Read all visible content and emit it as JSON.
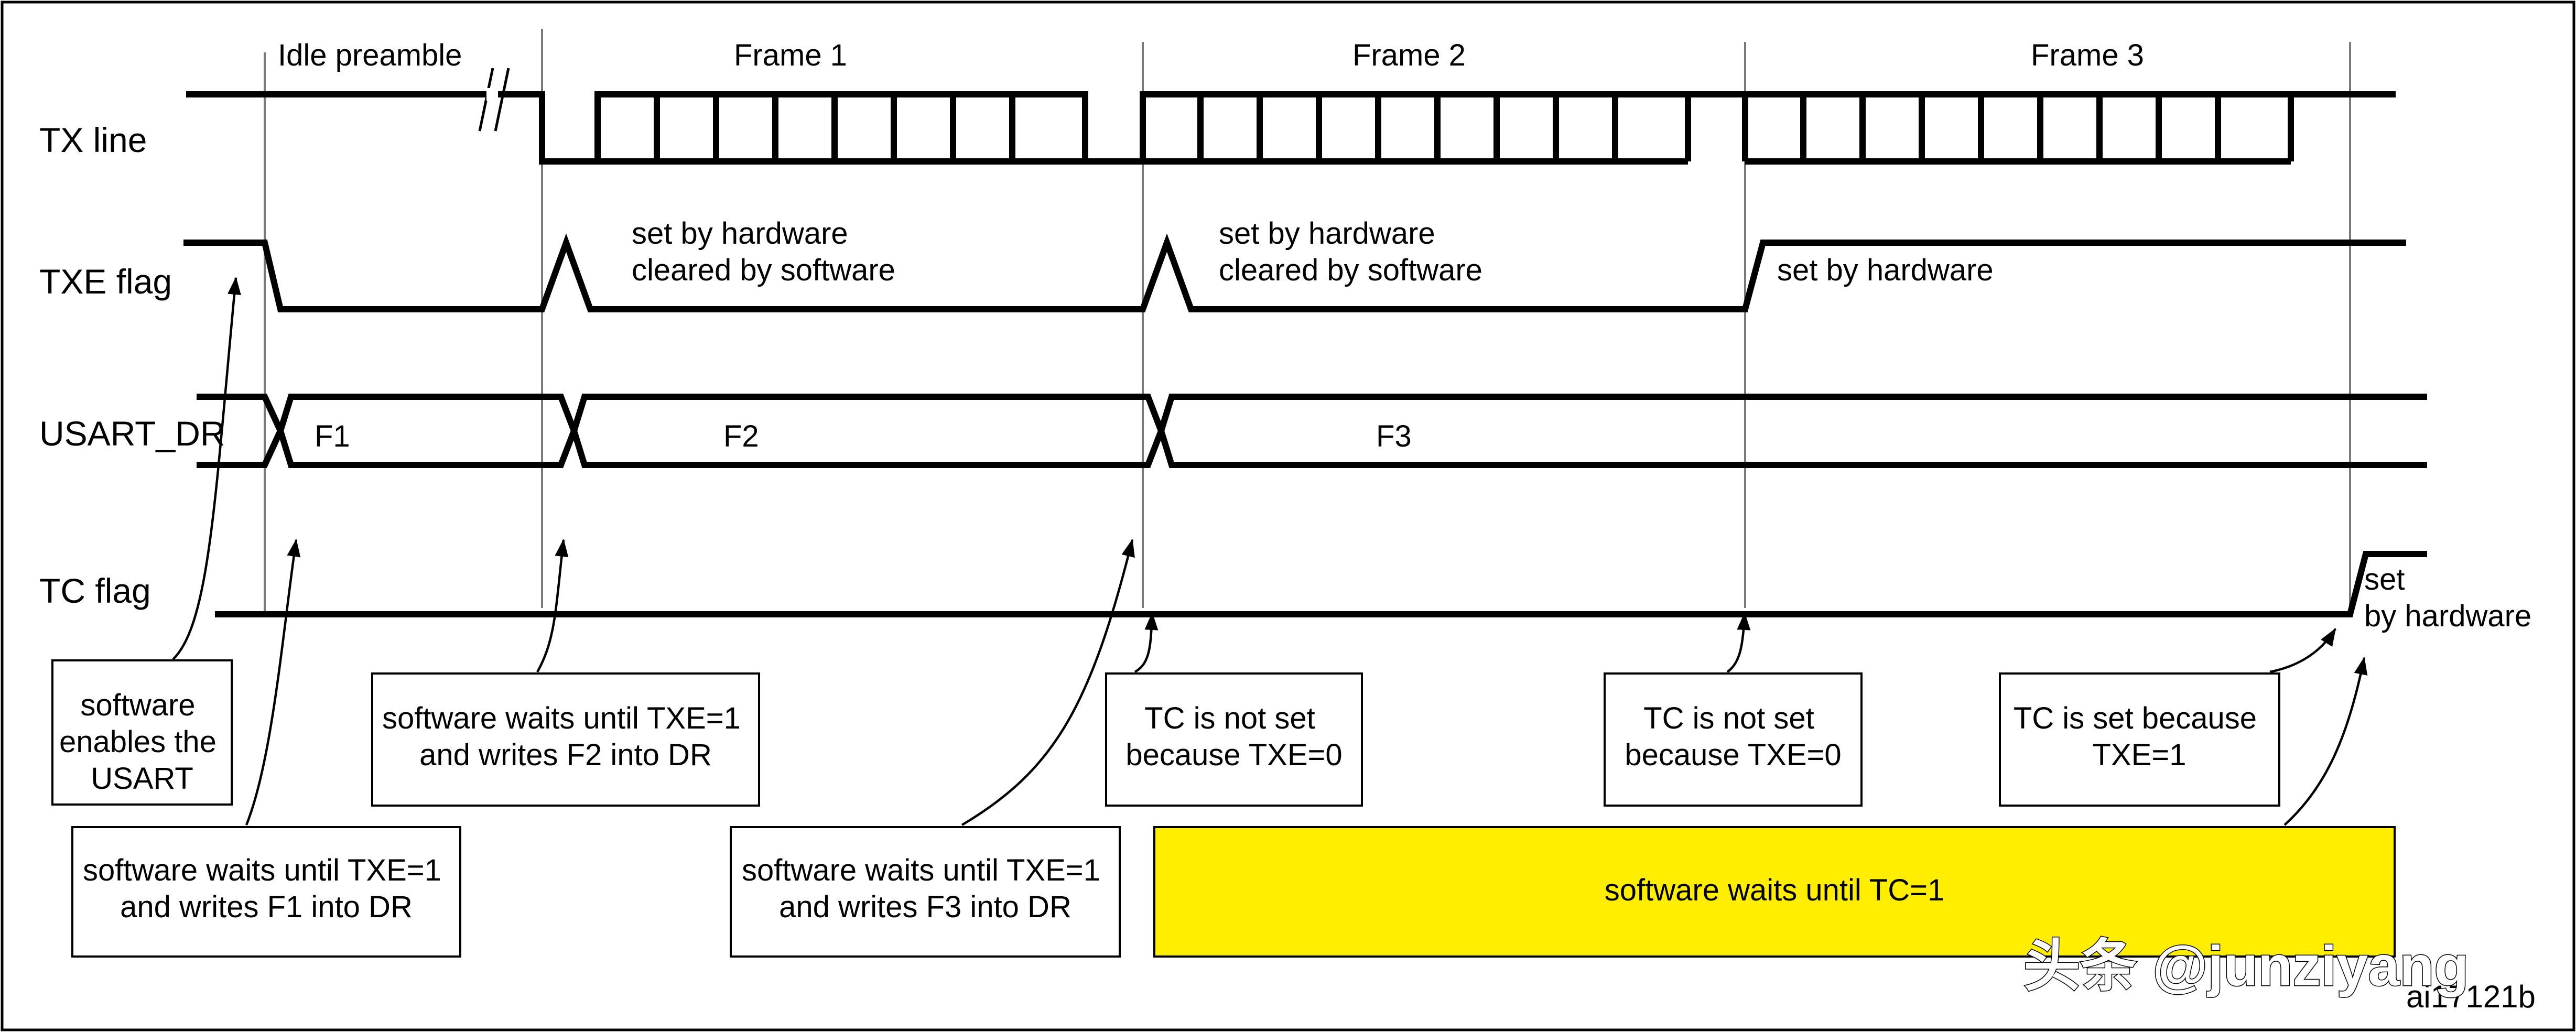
{
  "signals": {
    "tx_line": "TX line",
    "txe_flag": "TXE flag",
    "usart_dr": "USART_DR",
    "tc_flag": "TC flag"
  },
  "periods": {
    "idle": "Idle preamble",
    "frame1": "Frame 1",
    "frame2": "Frame 2",
    "frame3": "Frame 3"
  },
  "dr_values": [
    "F1",
    "F2",
    "F3"
  ],
  "annotations": {
    "txe_set_clear_1": [
      "set by hardware",
      "cleared by software"
    ],
    "txe_set_clear_2": [
      "set by hardware",
      "cleared by software"
    ],
    "txe_set_hw": "set by hardware",
    "tc_set_hw": [
      "set",
      "by hardware"
    ]
  },
  "boxes": {
    "enable_usart": [
      "software",
      "enables the",
      "USART"
    ],
    "write_f1": [
      "software waits until TXE=1",
      "and writes F1 into DR"
    ],
    "write_f2": [
      "software waits until TXE=1",
      "and writes F2 into DR"
    ],
    "write_f3": [
      "software waits until TXE=1",
      "and writes F3 into DR"
    ],
    "tc_not_set_1": [
      "TC is not set",
      "because TXE=0"
    ],
    "tc_not_set_2": [
      "TC is not set",
      "because TXE=0"
    ],
    "tc_set": [
      "TC is  set because",
      "TXE=1"
    ],
    "wait_tc": "software waits until TC=1"
  },
  "figure_id": "ai17121b",
  "watermark": "头条 @junziyang",
  "colors": {
    "highlight": "#ffee00",
    "line": "#000000",
    "guide": "#7a7a7a"
  }
}
